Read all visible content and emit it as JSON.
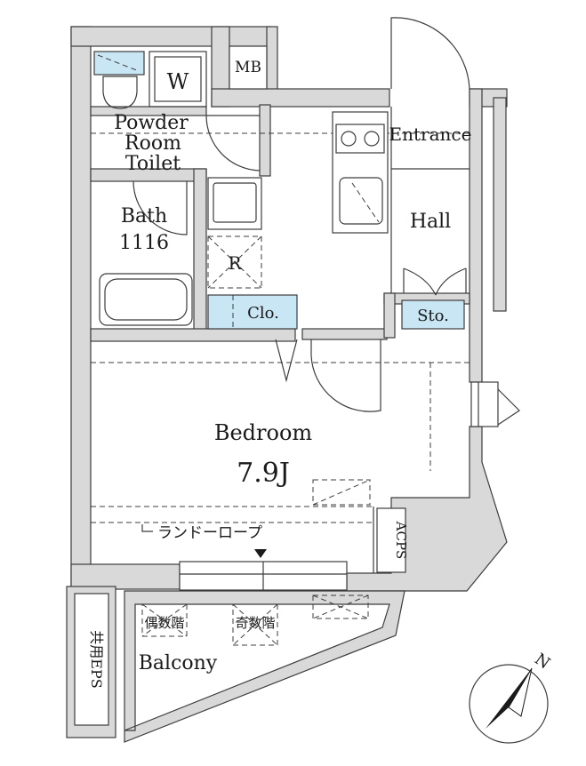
{
  "rooms": {
    "mb": "MB",
    "washer": "W",
    "powder_line1": "Powder",
    "powder_line2": "Room",
    "toilet": "Toilet",
    "entrance": "Entrance",
    "bath_line1": "Bath",
    "bath_line2": "1116",
    "hall": "Hall",
    "fridge": "R",
    "closet": "Clo.",
    "storage": "Sto.",
    "bedroom": "Bedroom",
    "bedroom_size": "7.9J",
    "laundry_rope": "ランドーロープ",
    "acps": "ACPS",
    "balcony": "Balcony",
    "even_floor": "偶数階",
    "odd_floor": "奇数階",
    "shared_eps": "共用EPS"
  },
  "compass": {
    "north_label": "N"
  },
  "colors": {
    "wall": "#d9d9d9",
    "line": "#3c3c3c",
    "fixture_blue": "#c9e6f4",
    "background": "#ffffff"
  }
}
